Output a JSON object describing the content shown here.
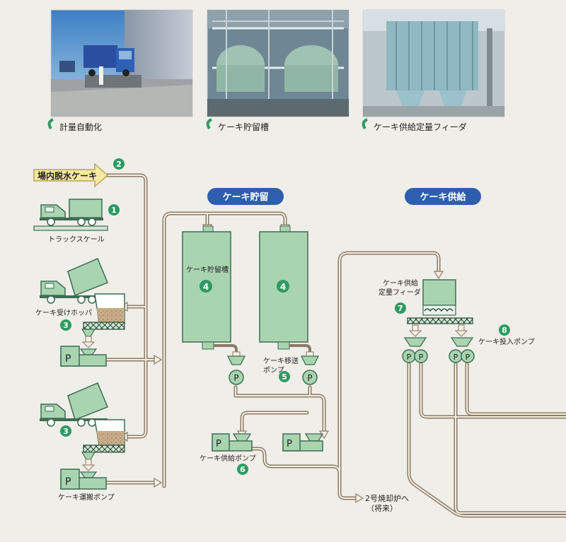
{
  "photos": {
    "photo1_caption": "計量自動化",
    "photo2_caption": "ケーキ貯留槽",
    "photo3_caption": "ケーキ供給定量フィーダ"
  },
  "sections": {
    "storage_title": "ケーキ貯留",
    "supply_title": "ケーキ供給"
  },
  "diagram": {
    "input_label": "場内脱水ケーキ",
    "truck_scale_label": "トラックスケール",
    "hopper_label": "ケーキ受けホッパ",
    "transport_pump_label": "ケーキ運搬ポンプ",
    "storage_tank_label": "ケーキ貯留槽",
    "transfer_pump_label_1": "ケーキ移送",
    "transfer_pump_label_2": "ポンプ",
    "supply_pump_label": "ケーキ供給ポンプ",
    "feeder_label_1": "ケーキ供給",
    "feeder_label_2": "定量フィーダ",
    "feed_pump_label": "ケーキ投入ポンプ",
    "destination_1": "2号焼却炉へ",
    "destination_2": "（将来）",
    "pump_symbol": "P",
    "num1": "1",
    "num2": "2",
    "num3": "3",
    "num4": "4",
    "num5": "5",
    "num6": "6",
    "num7": "7",
    "num8": "8"
  },
  "colors": {
    "background": "#efeee9",
    "equipment": "#a8d4b0",
    "equipment_stroke": "#3f6c55",
    "pipe_outer": "#8c7a66",
    "pipe_inner": "#f6efe2",
    "badge": "#2f9a63",
    "section_badge": "#2d5fae",
    "input_arrow": "#f6e9a0"
  }
}
